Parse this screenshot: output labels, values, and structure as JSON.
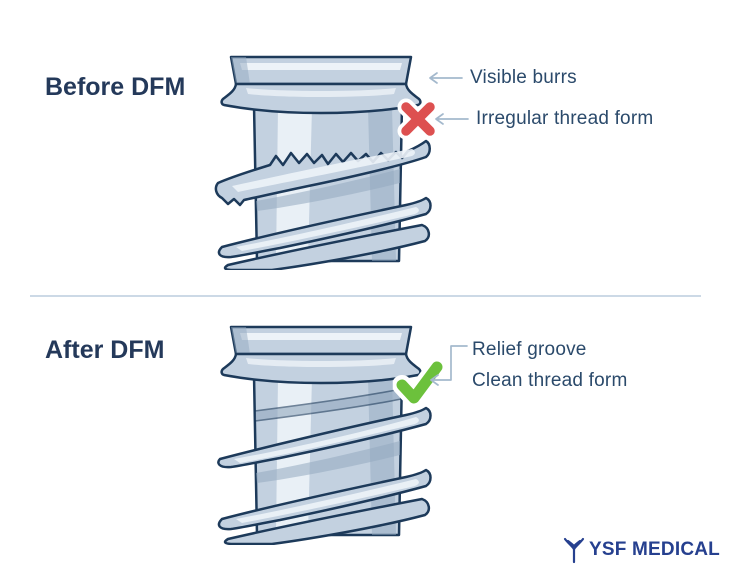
{
  "colors": {
    "background": "#ffffff",
    "heading_text": "#24395a",
    "label_text": "#2b4a6b",
    "arrow": "#a4b9cd",
    "divider": "#ccd9e6",
    "error_red": "#dd5050",
    "success_green": "#6cc13c",
    "logo_blue": "#26408f",
    "screw_outline": "#1d3a5a",
    "screw_fill": "#c3d1e0",
    "screw_highlight": "#edf3f8",
    "screw_shadow": "#93a9bf"
  },
  "sections": {
    "before": {
      "heading": "Before DFM",
      "status": "error",
      "annotations": [
        {
          "label": "Visible burrs"
        },
        {
          "label": "Irregular thread form"
        }
      ]
    },
    "after": {
      "heading": "After DFM",
      "status": "success",
      "annotations": [
        {
          "label": "Relief groove"
        },
        {
          "label": "Clean thread form"
        }
      ]
    }
  },
  "footer": {
    "brand": "YSF MEDICAL"
  }
}
